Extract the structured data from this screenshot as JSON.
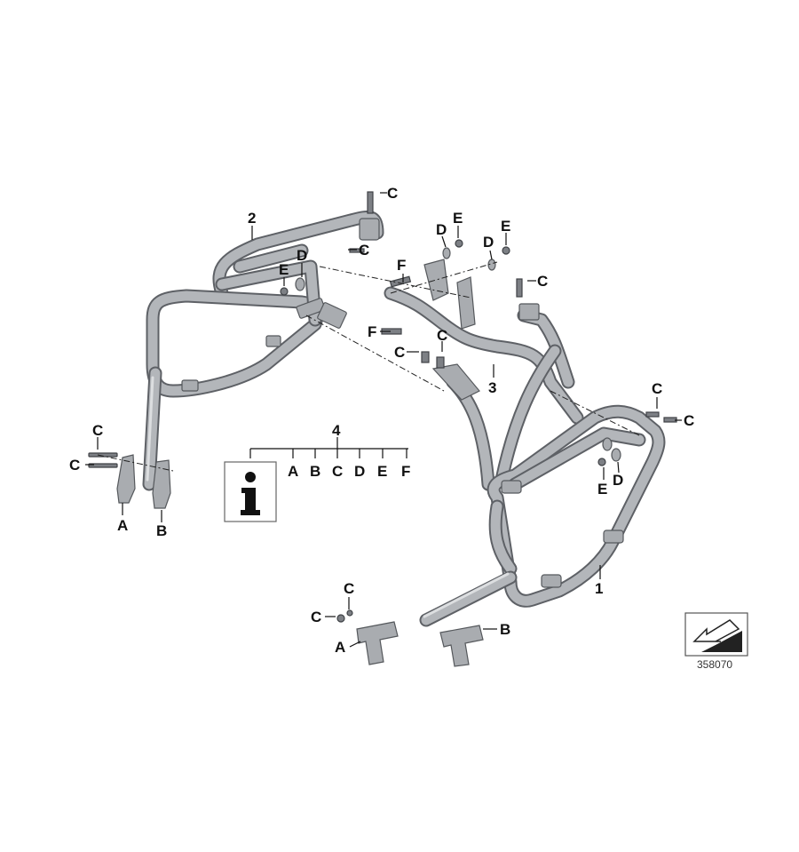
{
  "diagram": {
    "drawing_number": "358070",
    "callouts": {
      "part1": "1",
      "part2": "2",
      "part3": "3",
      "part4": "4"
    },
    "hardware": {
      "A": "A",
      "B": "B",
      "C": "C",
      "D": "D",
      "E": "E",
      "F": "F"
    },
    "kit_legend": {
      "number": "4",
      "items": [
        "A",
        "B",
        "C",
        "D",
        "E",
        "F"
      ],
      "info_icon": "info-icon"
    },
    "colors": {
      "metal_light": "#b3b6ba",
      "metal_dark": "#5e6166",
      "ink": "#111111"
    }
  }
}
